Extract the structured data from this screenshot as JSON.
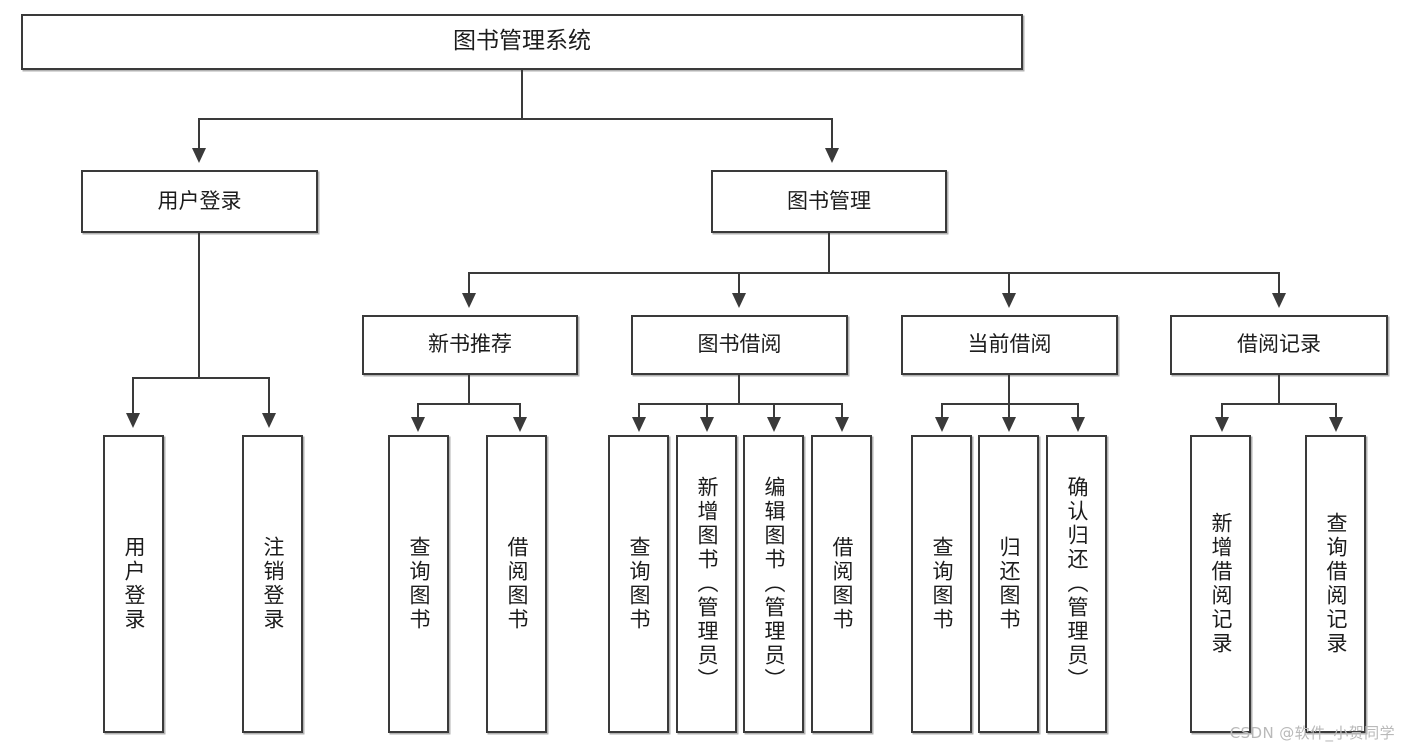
{
  "diagram": {
    "title": "图书管理系统",
    "watermark": "CSDN @软件_小贺同学",
    "accent_color": "#3a3a3a",
    "background_color": "#ffffff",
    "watermark_color": "#b9b9b9"
  },
  "nodes": {
    "root": {
      "label": "图书管理系统",
      "level": 1
    },
    "user_login": {
      "label": "用户登录",
      "level": 2
    },
    "book_manage": {
      "label": "图书管理",
      "level": 2
    },
    "new_book_rec": {
      "label": "新书推荐",
      "level": 3
    },
    "book_borrow": {
      "label": "图书借阅",
      "level": 3
    },
    "current_borrow": {
      "label": "当前借阅",
      "level": 3
    },
    "borrow_record": {
      "label": "借阅记录",
      "level": 3
    },
    "leaf_user_login": {
      "label": "用户登录",
      "level": 4
    },
    "leaf_logout": {
      "label": "注销登录",
      "level": 4
    },
    "leaf_query_book_1": {
      "label": "查询图书",
      "level": 4
    },
    "leaf_borrow_book_1": {
      "label": "借阅图书",
      "level": 4
    },
    "leaf_query_book_2": {
      "label": "查询图书",
      "level": 4
    },
    "leaf_add_book": {
      "label": "新增图书（管理员）",
      "level": 4
    },
    "leaf_edit_book": {
      "label": "编辑图书（管理员）",
      "level": 4
    },
    "leaf_borrow_book_2": {
      "label": "借阅图书",
      "level": 4
    },
    "leaf_query_book_3": {
      "label": "查询图书",
      "level": 4
    },
    "leaf_return_book": {
      "label": "归还图书",
      "level": 4
    },
    "leaf_confirm_return": {
      "label": "确认归还（管理员）",
      "level": 4
    },
    "leaf_add_record": {
      "label": "新增借阅记录",
      "level": 4
    },
    "leaf_query_record": {
      "label": "查询借阅记录",
      "level": 4
    }
  },
  "tree": {
    "name": "图书管理系统",
    "children": [
      {
        "name": "用户登录",
        "children": [
          {
            "name": "用户登录"
          },
          {
            "name": "注销登录"
          }
        ]
      },
      {
        "name": "图书管理",
        "children": [
          {
            "name": "新书推荐",
            "children": [
              {
                "name": "查询图书"
              },
              {
                "name": "借阅图书"
              }
            ]
          },
          {
            "name": "图书借阅",
            "children": [
              {
                "name": "查询图书"
              },
              {
                "name": "新增图书（管理员）"
              },
              {
                "name": "编辑图书（管理员）"
              },
              {
                "name": "借阅图书"
              }
            ]
          },
          {
            "name": "当前借阅",
            "children": [
              {
                "name": "查询图书"
              },
              {
                "name": "归还图书"
              },
              {
                "name": "确认归还（管理员）"
              }
            ]
          },
          {
            "name": "借阅记录",
            "children": [
              {
                "name": "新增借阅记录"
              },
              {
                "name": "查询借阅记录"
              }
            ]
          }
        ]
      }
    ]
  }
}
